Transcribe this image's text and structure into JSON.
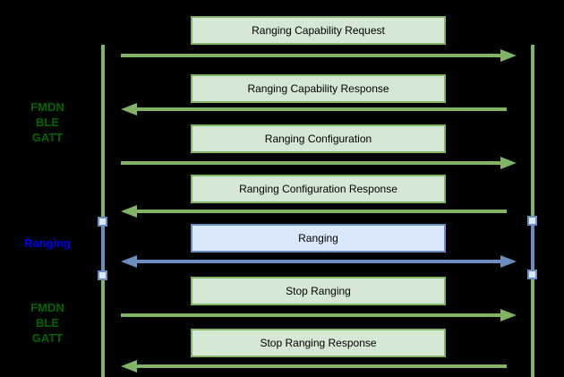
{
  "diagram": {
    "type": "sequence-diagram",
    "background": "#000000",
    "colors": {
      "message_fill_green": "#d5e8d4",
      "message_stroke_green": "#82b366",
      "message_fill_blue": "#dae8fc",
      "message_stroke_blue": "#6c8ebf",
      "phase_label_green": "#006600",
      "phase_label_blue": "#0000ee",
      "message_text": "#000000"
    },
    "phases": [
      {
        "label": "FMDN\nBLE\nGATT",
        "color": "green"
      },
      {
        "label": "Ranging",
        "color": "blue"
      },
      {
        "label": "FMDN\nBLE\nGATT",
        "color": "green"
      }
    ],
    "messages": [
      {
        "label": "Ranging Capability Request",
        "direction": "right",
        "color": "green"
      },
      {
        "label": "Ranging Capability Response",
        "direction": "left",
        "color": "green"
      },
      {
        "label": "Ranging Configuration",
        "direction": "right",
        "color": "green"
      },
      {
        "label": "Ranging Configuration Response",
        "direction": "left",
        "color": "green"
      },
      {
        "label": "Ranging",
        "direction": "both",
        "color": "blue"
      },
      {
        "label": "Stop Ranging",
        "direction": "right",
        "color": "green"
      },
      {
        "label": "Stop Ranging Response",
        "direction": "left",
        "color": "green"
      }
    ],
    "lifelines": [
      {
        "name": "left"
      },
      {
        "name": "right"
      }
    ]
  }
}
